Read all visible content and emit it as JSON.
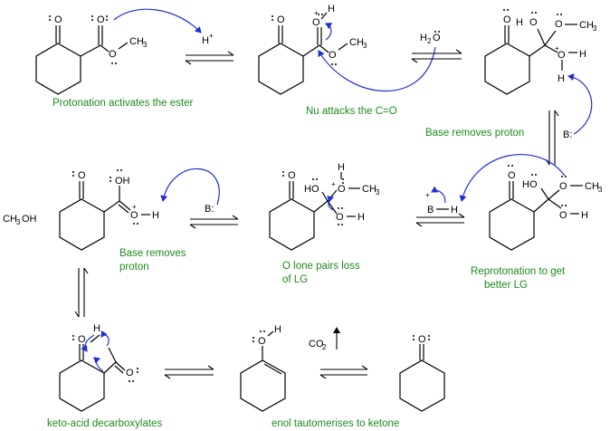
{
  "captions": {
    "step1": "Protonation activates the ester",
    "step2": "Nu attacks the C=O",
    "step3": "Base removes proton",
    "step4_line1": "Reprotonation to get",
    "step4_line2": "better LG",
    "step5_line1": "O lone pairs loss",
    "step5_line2": "of LG",
    "step6_line1": "Base removes",
    "step6_line2": "proton",
    "step7": "keto-acid decarboxylates",
    "step8": "enol tautomerises to ketone"
  },
  "labels": {
    "oxygen": "O",
    "hydrogen": "H",
    "methyl": "CH",
    "methyl_sub": "3",
    "plus": "+",
    "proton": "H",
    "water": "H",
    "water_sub": "2",
    "base": "B:",
    "conj_acid": "B",
    "methanol": "CH",
    "methanol_sub": "3",
    "methanol_end": "OH",
    "co2": "CO",
    "co2_sub": "2",
    "hydroxyl": "HO",
    "oh": "OH"
  },
  "colors": {
    "caption": "#1d8a1d",
    "arrow": "#1f2fd6"
  }
}
